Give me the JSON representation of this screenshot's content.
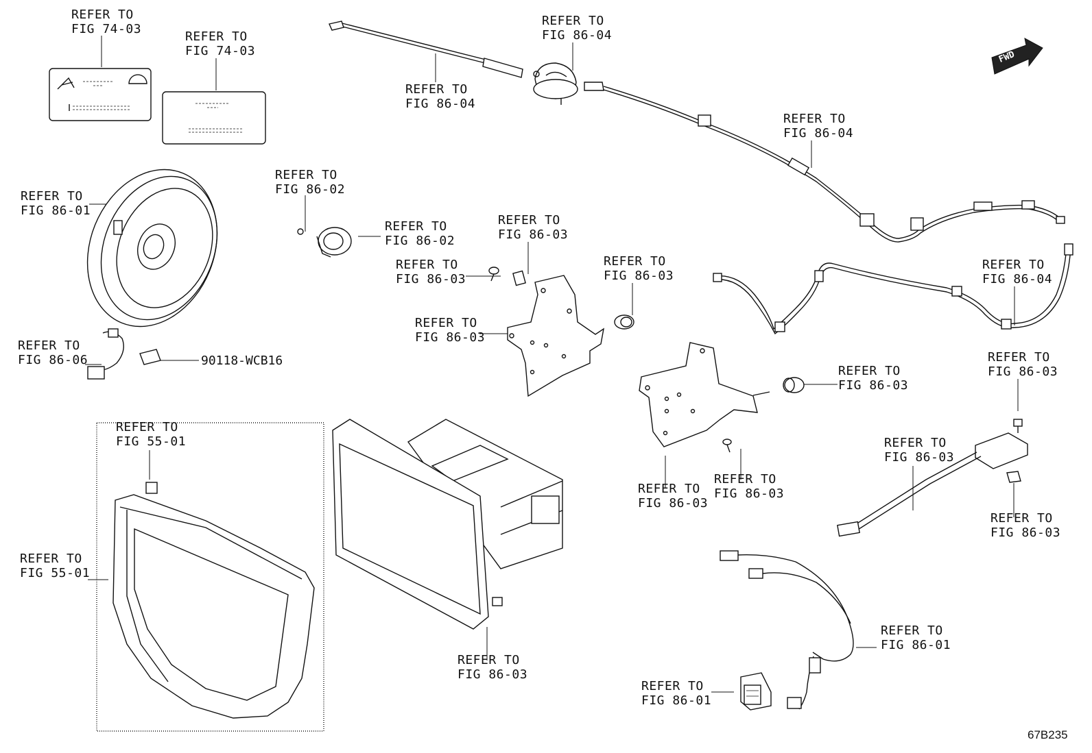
{
  "callouts": [
    {
      "line1": "REFER TO",
      "line2": "FIG 74-03"
    },
    {
      "line1": "REFER TO",
      "line2": "FIG 74-03"
    },
    {
      "line1": "REFER TO",
      "line2": "FIG 86-04"
    },
    {
      "line1": "REFER TO",
      "line2": "FIG 86-04"
    },
    {
      "line1": "REFER TO",
      "line2": "FIG 86-04"
    },
    {
      "line1": "REFER TO",
      "line2": "FIG 86-01"
    },
    {
      "line1": "REFER TO",
      "line2": "FIG 86-02"
    },
    {
      "line1": "REFER TO",
      "line2": "FIG 86-02"
    },
    {
      "line1": "REFER TO",
      "line2": "FIG 86-03"
    },
    {
      "line1": "REFER TO",
      "line2": "FIG 86-03"
    },
    {
      "line1": "REFER TO",
      "line2": "FIG 86-03"
    },
    {
      "line1": "REFER TO",
      "line2": "FIG 86-03"
    },
    {
      "line1": "REFER TO",
      "line2": "FIG 86-04"
    },
    {
      "line1": "REFER TO",
      "line2": "FIG 86-06"
    },
    {
      "line1": "REFER TO",
      "line2": "FIG 86-03"
    },
    {
      "line1": "REFER TO",
      "line2": "FIG 86-03"
    },
    {
      "line1": "REFER TO",
      "line2": "FIG 55-01"
    },
    {
      "line1": "REFER TO",
      "line2": "FIG 86-03"
    },
    {
      "line1": "REFER TO",
      "line2": "FIG 86-03"
    },
    {
      "line1": "REFER TO",
      "line2": "FIG 86-03"
    },
    {
      "line1": "REFER TO",
      "line2": "FIG 86-03"
    },
    {
      "line1": "REFER TO",
      "line2": "FIG 55-01"
    },
    {
      "line1": "REFER TO",
      "line2": "FIG 86-01"
    },
    {
      "line1": "REFER TO",
      "line2": "FIG 86-03"
    },
    {
      "line1": "REFER TO",
      "line2": "FIG 86-01"
    }
  ],
  "part_number": "90118-WCB16",
  "fwd_label": "FWD",
  "figure_code": "67B235"
}
